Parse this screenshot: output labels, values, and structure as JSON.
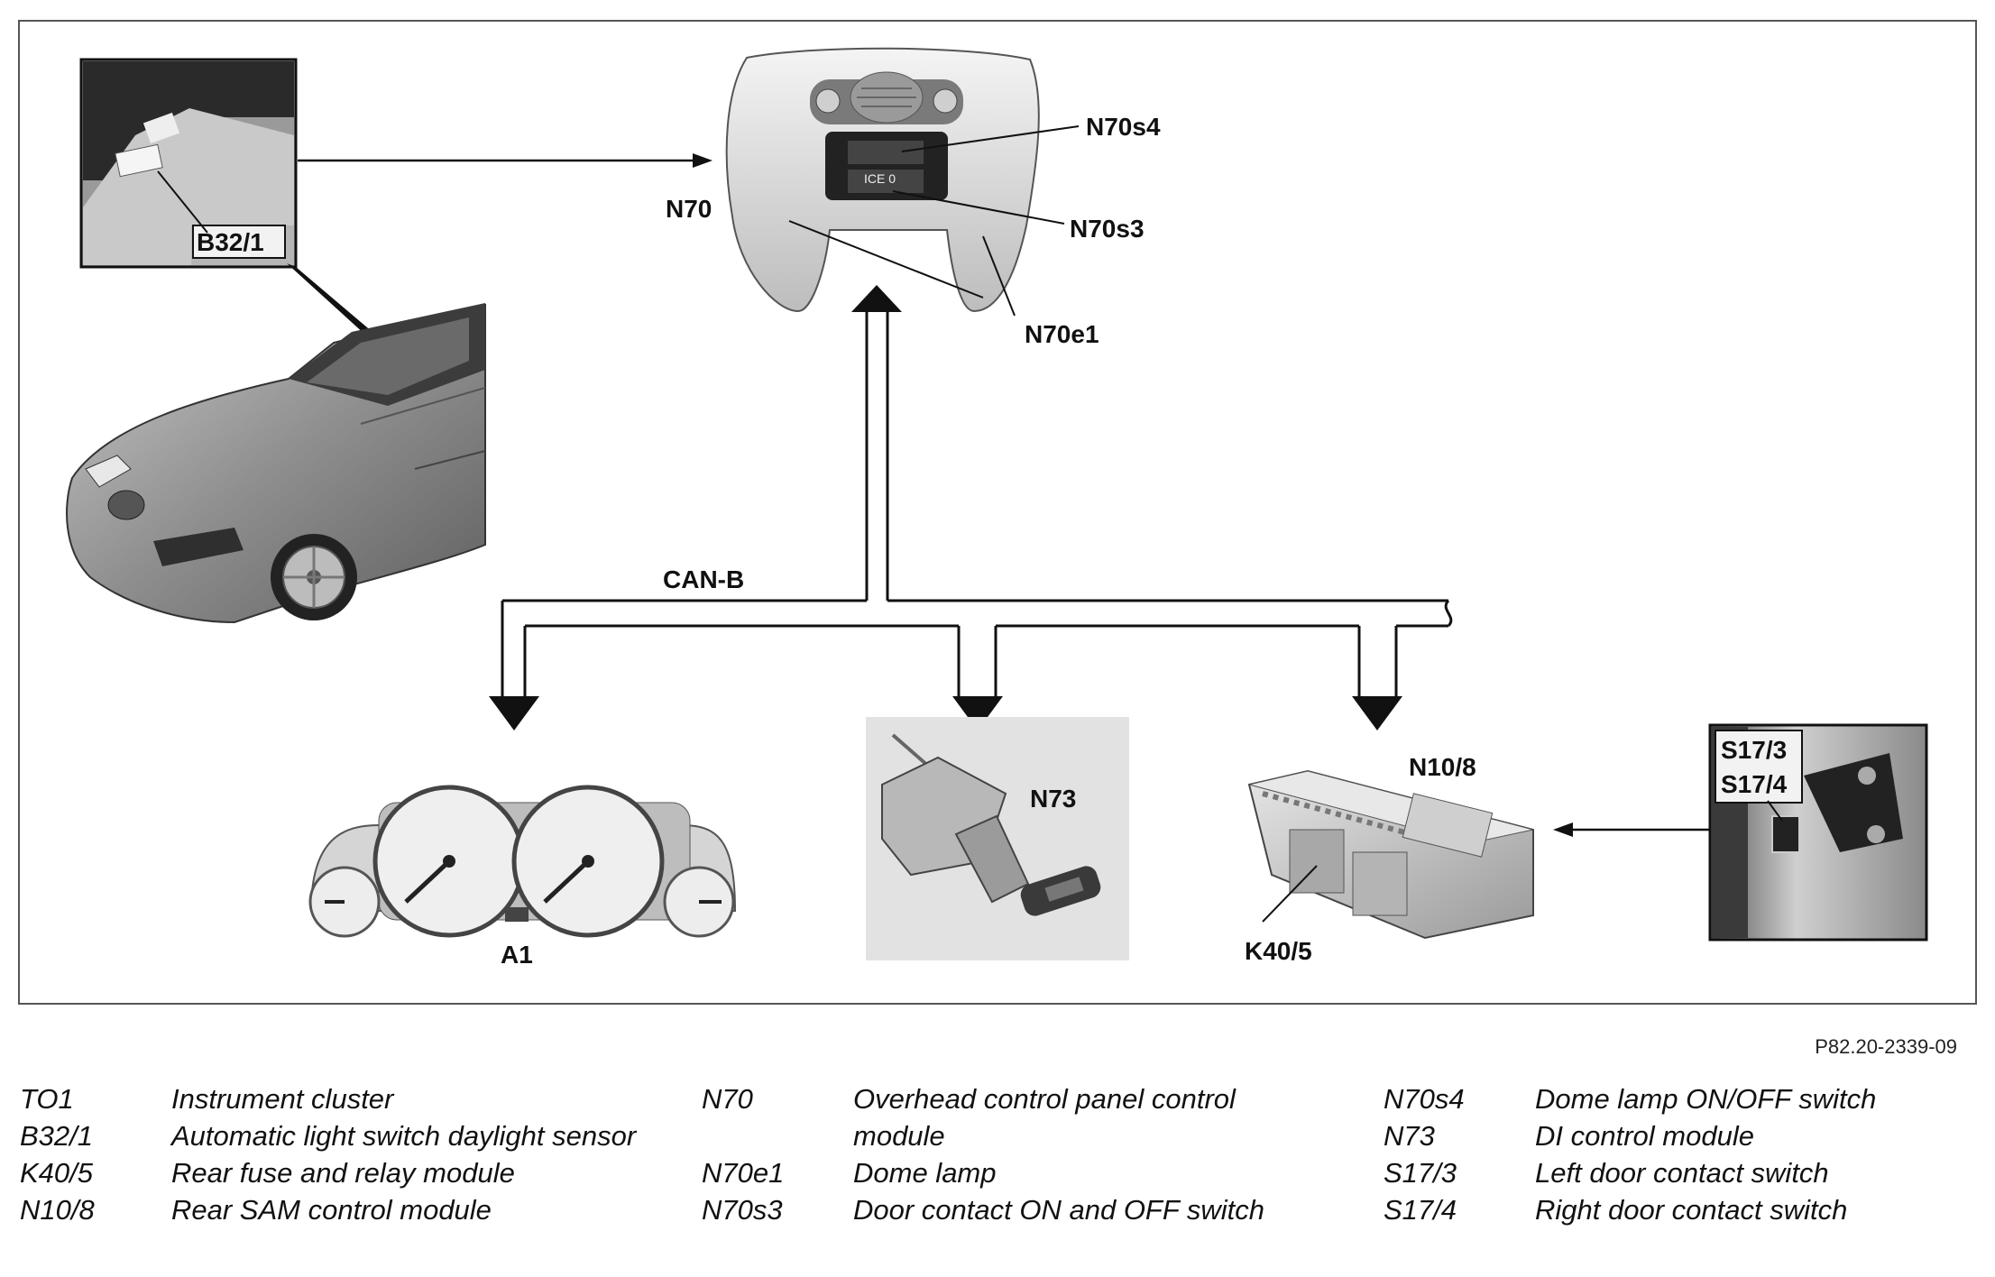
{
  "diagram": {
    "labels": {
      "b32_1": "B32/1",
      "n70": "N70",
      "n70s4": "N70s4",
      "n70s3": "N70s3",
      "n70e1": "N70e1",
      "can_b": "CAN-B",
      "a1": "A1",
      "n73": "N73",
      "n10_8": "N10/8",
      "k40_5": "K40/5",
      "s17_3": "S17/3",
      "s17_4": "S17/4"
    },
    "switch_panel_text": "ICE 0"
  },
  "figure_ref": "P82.20-2339-09",
  "legend": {
    "col1": [
      {
        "code": "TO1",
        "desc": "Instrument cluster"
      },
      {
        "code": "B32/1",
        "desc": "Automatic light switch daylight sensor"
      },
      {
        "code": "K40/5",
        "desc": "Rear fuse and relay module"
      },
      {
        "code": "N10/8",
        "desc": "Rear SAM control module"
      }
    ],
    "col2": [
      {
        "code": "N70",
        "desc": "Overhead control panel control module"
      },
      {
        "code": "N70e1",
        "desc": "Dome lamp"
      },
      {
        "code": "N70s3",
        "desc": "Door contact ON and OFF switch"
      }
    ],
    "col3": [
      {
        "code": "N70s4",
        "desc": "Dome lamp ON/OFF switch"
      },
      {
        "code": "N73",
        "desc": "DI control module"
      },
      {
        "code": "S17/3",
        "desc": "Left door contact switch"
      },
      {
        "code": "S17/4",
        "desc": "Right door contact switch"
      }
    ]
  }
}
